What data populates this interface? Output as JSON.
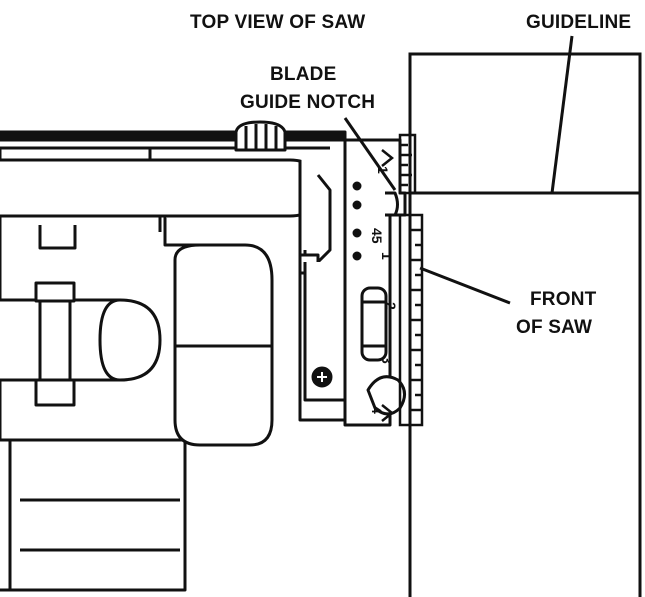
{
  "labels": {
    "top_view": "TOP VIEW OF SAW",
    "guideline": "GUIDELINE",
    "blade_line1": "BLADE",
    "blade_line2": "GUIDE NOTCH",
    "front_line1": "FRONT",
    "front_line2": "OF SAW"
  },
  "scale": {
    "marks": [
      "1",
      "45",
      "1",
      "2",
      "3",
      "4"
    ]
  },
  "colors": {
    "ink": "#111111",
    "paper": "#ffffff"
  }
}
